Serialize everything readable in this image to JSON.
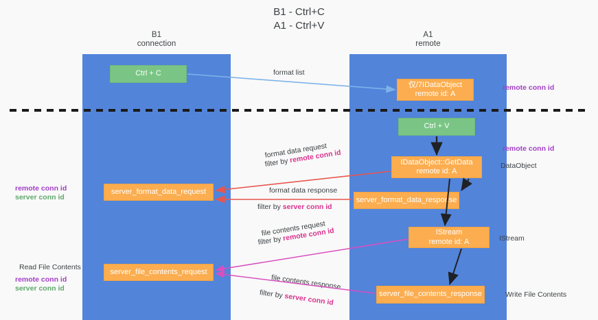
{
  "title": {
    "line1": "B1 - Ctrl+C",
    "line2": "A1 - Ctrl+V"
  },
  "lanes": [
    {
      "id": "b1",
      "name": "B1",
      "subtitle": "connection",
      "color": "#5284DA"
    },
    {
      "id": "a1",
      "name": "A1",
      "subtitle": "remote",
      "color": "#5284DA"
    }
  ],
  "nodes": {
    "ctrl_c": {
      "line1": "Ctrl + C",
      "color": "#7AC585"
    },
    "idataobject": {
      "line1": "仅/7IDataObject",
      "line2": "remote id: A",
      "color": "#FBAD4F"
    },
    "ctrl_v": {
      "line1": "Ctrl + V",
      "color": "#7AC585"
    },
    "getdata": {
      "line1": "IDataObject::GetData",
      "line2": "remote id: A",
      "color": "#FBAD4F"
    },
    "format_data_request": {
      "line1": "server_format_data_request",
      "color": "#FBAD4F"
    },
    "format_data_response": {
      "line1": "server_format_data_response",
      "color": "#FBAD4F"
    },
    "istream": {
      "line1": "IStream",
      "line2": "remote id: A",
      "color": "#FBAD4F"
    },
    "file_contents_request": {
      "line1": "server_file_contents_request",
      "color": "#FBAD4F"
    },
    "file_contents_response": {
      "line1": "server_file_contents_response",
      "color": "#FBAD4F"
    }
  },
  "edge_labels": {
    "format_list": "format list",
    "format_data_request": "format data request",
    "filter_by": "filter by ",
    "remote_conn_id": "remote conn id",
    "server_conn_id": "server conn id",
    "format_data_response": "format data response",
    "file_contents_request": "file contents request",
    "file_contents_response": "file contents response"
  },
  "side_labels": {
    "right": [
      {
        "text": "remote conn id",
        "style": "purple"
      },
      {
        "text": "remote conn id",
        "style": "purple"
      },
      {
        "text": "DataObject",
        "style": "dark"
      },
      {
        "text": "IStream",
        "style": "dark"
      },
      {
        "text": "Write File Contents",
        "style": "dark"
      }
    ],
    "left": [
      {
        "text": "remote conn id",
        "style": "purple"
      },
      {
        "text": "server conn id",
        "style": "green"
      },
      {
        "text": "Read File Contents",
        "style": "dark"
      },
      {
        "text": "remote conn id",
        "style": "purple"
      },
      {
        "text": "server conn id",
        "style": "green"
      }
    ]
  },
  "colors": {
    "lane": "#5284DA",
    "green_node": "#7AC585",
    "orange_node": "#FBAD4F",
    "purple_text": "#A23FC6",
    "pink_text": "#D9338F",
    "green_text": "#5FA86B",
    "arrow_blue": "#7FB3E8",
    "arrow_red": "#E8564F",
    "arrow_pink": "#D94FC0",
    "arrow_dark": "#202124",
    "background": "#f9f9f9"
  }
}
